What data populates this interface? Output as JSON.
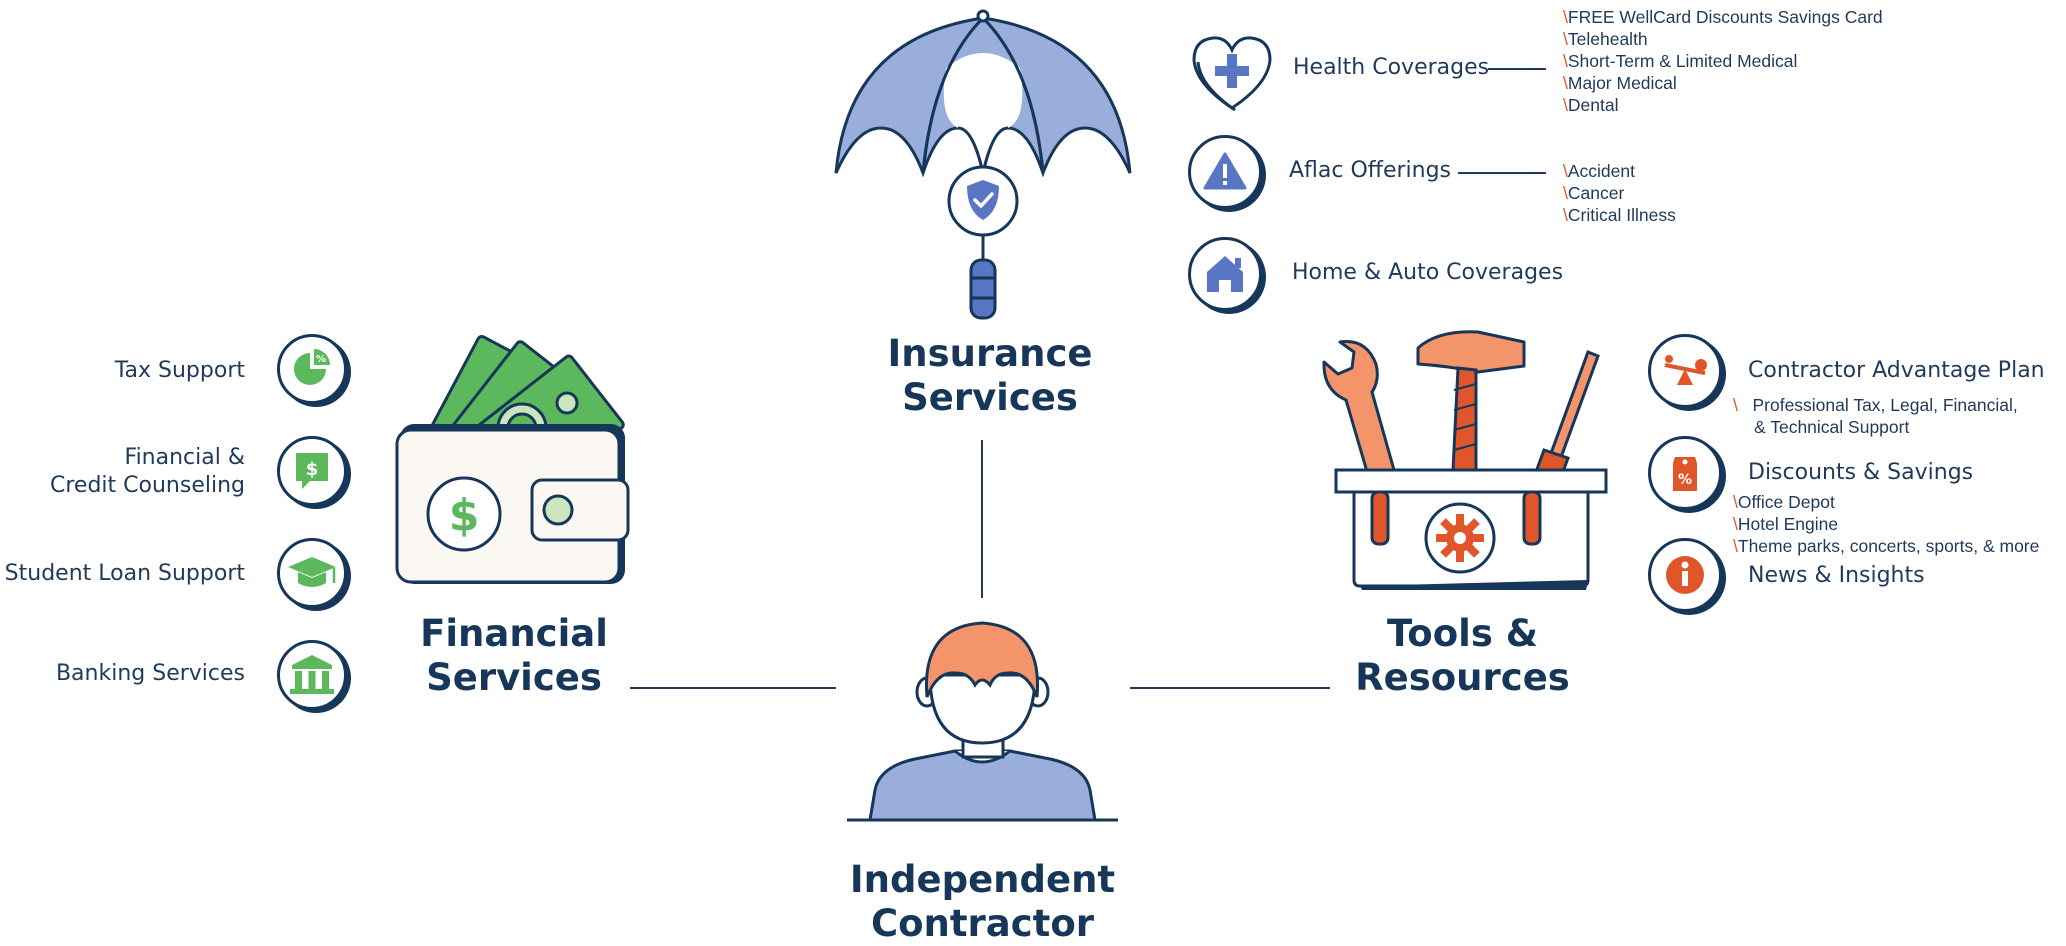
{
  "center": {
    "title_line1": "Independent",
    "title_line2": "Contractor"
  },
  "insurance": {
    "title_line1": "Insurance",
    "title_line2": "Services",
    "items": [
      {
        "label": "Health Coverages",
        "icon": "heart-plus-icon",
        "details": [
          "FREE WellCard Discounts Savings Card",
          "Telehealth",
          "Short-Term & Limited Medical",
          "Major Medical",
          "Dental"
        ]
      },
      {
        "label": "Aflac Offerings",
        "icon": "warning-triangle-icon",
        "details": [
          "Accident",
          "Cancer",
          "Critical Illness"
        ]
      },
      {
        "label": "Home & Auto Coverages",
        "icon": "house-icon",
        "details": []
      }
    ]
  },
  "financial": {
    "title_line1": "Financial",
    "title_line2": "Services",
    "items": [
      {
        "label": "Tax Support",
        "icon": "pie-percent-icon"
      },
      {
        "label_line1": "Financial &",
        "label_line2": "Credit Counseling",
        "icon": "dollar-chat-icon"
      },
      {
        "label": "Student Loan Support",
        "icon": "graduation-cap-icon"
      },
      {
        "label": "Banking Services",
        "icon": "bank-icon"
      }
    ]
  },
  "tools": {
    "title_line1": "Tools &",
    "title_line2": "Resources",
    "items": [
      {
        "label": "Contractor Advantage Plan",
        "icon": "seesaw-icon",
        "details_line1": "Professional Tax, Legal, Financial,",
        "details_line2": "& Technical Support"
      },
      {
        "label": "Discounts & Savings",
        "icon": "percent-tag-icon",
        "details": [
          "Office Depot",
          "Hotel Engine",
          "Theme parks, concerts, sports, & more"
        ]
      },
      {
        "label": "News & Insights",
        "icon": "info-icon"
      }
    ]
  },
  "colors": {
    "navy": "#16365a",
    "insurance": "#9aaedb",
    "financial": "#5cb85c",
    "tools": "#f4946b",
    "accent": "#e0562a"
  }
}
